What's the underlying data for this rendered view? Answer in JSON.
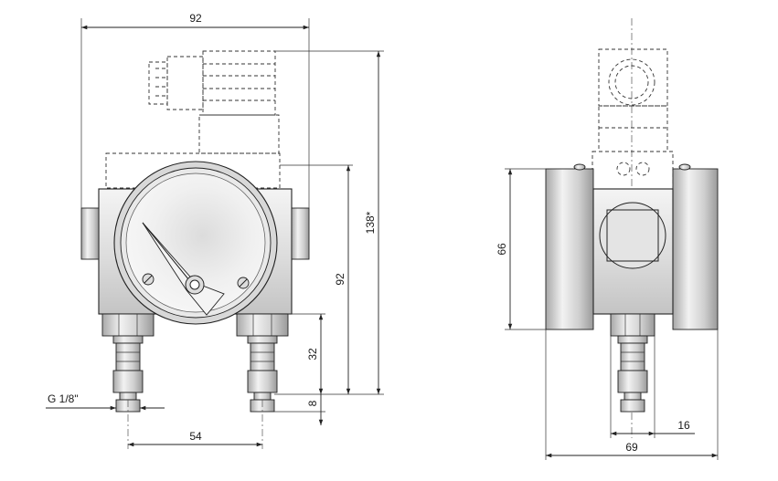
{
  "dimensions": {
    "width_top": "92",
    "height_total": "138*",
    "height_body": "92",
    "port_height": "32",
    "port_thread_len": "8",
    "thread": "G 1/8\"",
    "port_spacing": "54",
    "side_height": "66",
    "side_port_width": "16",
    "side_width": "69"
  },
  "colors": {
    "line": "#222222",
    "metal_light": "#f2f2f2",
    "metal_dark": "#bdbdbd",
    "dial": "#ececec"
  }
}
